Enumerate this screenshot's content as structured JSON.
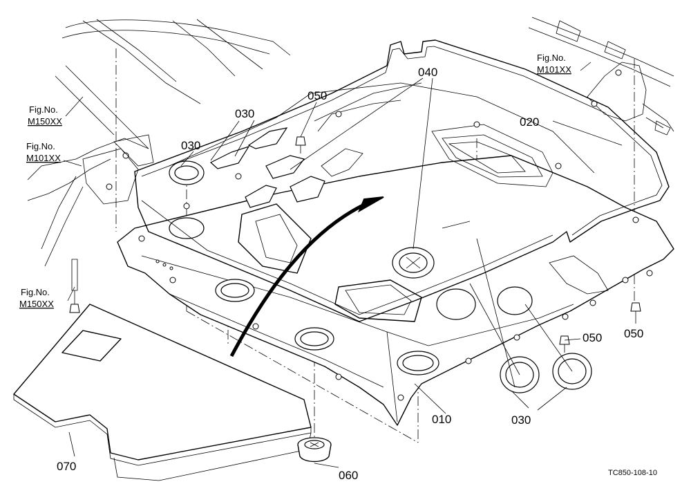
{
  "diagram": {
    "callouts": {
      "c010": "010",
      "c020": "020",
      "c030a": "030",
      "c030b": "030",
      "c030c": "030",
      "c040": "040",
      "c050a": "050",
      "c050b": "050",
      "c050c": "050",
      "c060": "060",
      "c070": "070"
    },
    "fig_refs": {
      "f1_label": "Fig.No.",
      "f1_code": "M150XX",
      "f2_label": "Fig.No.",
      "f2_code": "M101XX",
      "f3_label": "Fig.No.",
      "f3_code": "M150XX",
      "f4_label": "Fig.No.",
      "f4_code": "M101XX"
    },
    "drawing_code": "TC850-108-10"
  }
}
